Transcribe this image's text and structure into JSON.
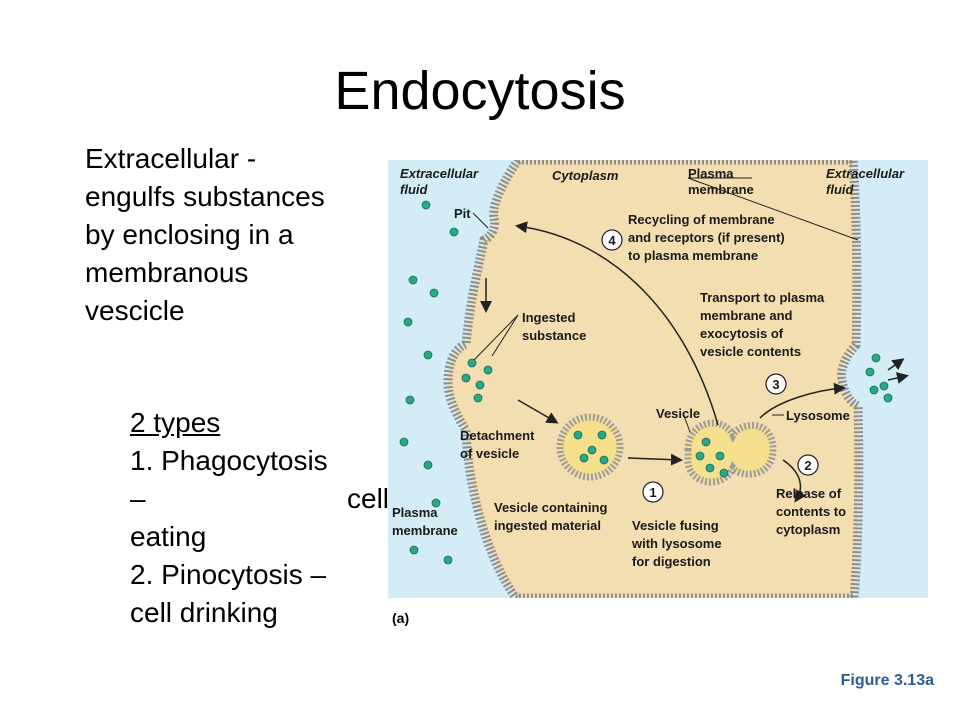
{
  "slide": {
    "title": "Endocytosis",
    "intro": [
      "Extracellular -",
      "engulfs substances",
      "by enclosing in a",
      "membranous",
      "vescicle"
    ],
    "types_heading": "2 types",
    "types": {
      "t1a": "1. Phagocytosis",
      "t1b_dash": "–",
      "t1b_word": "cell",
      "t1c": "eating",
      "t2a": "2. Pinocytosis  –",
      "t2b": "cell drinking"
    },
    "panel_label": "(a)",
    "figure_number": "Figure 3.13a"
  },
  "diagram": {
    "labels": {
      "extracellular_left": [
        "Extracellular",
        "fluid"
      ],
      "cytoplasm": "Cytoplasm",
      "plasma_membrane_top": [
        "Plasma",
        "membrane"
      ],
      "extracellular_right": [
        "Extracellular",
        "fluid"
      ],
      "pit": "Pit",
      "recycling": [
        "Recycling of membrane",
        "and receptors (if present)",
        "to plasma membrane"
      ],
      "transport": [
        "Transport to plasma",
        "membrane and",
        "exocytosis of",
        "vesicle contents"
      ],
      "ingested": [
        "Ingested",
        "substance"
      ],
      "vesicle": "Vesicle",
      "lysosome": "Lysosome",
      "detachment": [
        "Detachment",
        "of vesicle"
      ],
      "vesicle_containing": [
        "Vesicle containing",
        "ingested material"
      ],
      "vesicle_fusing": [
        "Vesicle fusing",
        "with lysosome",
        "for digestion"
      ],
      "release": [
        "Release of",
        "contents to",
        "cytoplasm"
      ],
      "plasma_membrane_bottom": [
        "Plasma",
        "membrane"
      ]
    },
    "steps": [
      "1",
      "2",
      "3",
      "4"
    ],
    "colors": {
      "background": "#d4ecf5",
      "cytoplasm": "#f2deb0",
      "membrane": "#9c9c9c",
      "particle": "#2aa883",
      "step_circle": "#ffffff"
    }
  }
}
